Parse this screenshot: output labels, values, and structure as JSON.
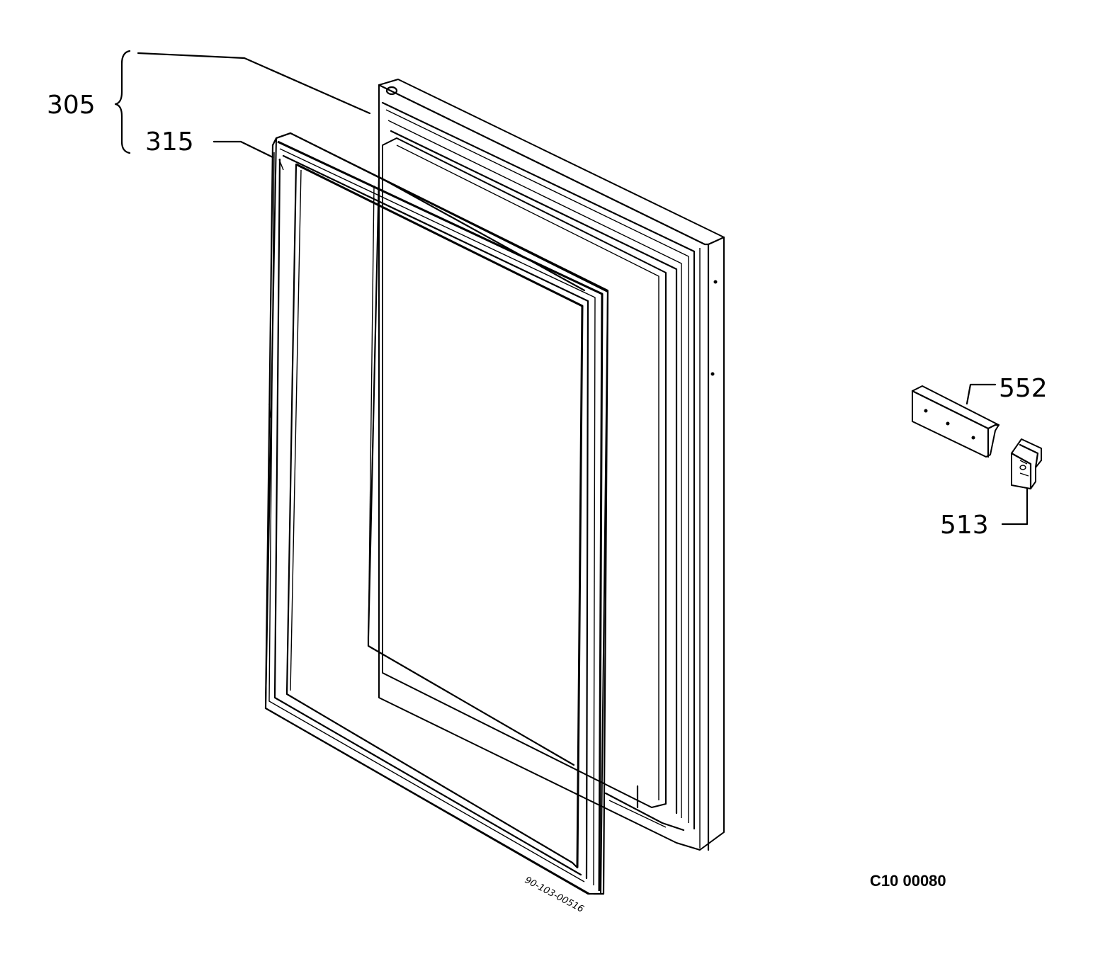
{
  "callouts": {
    "door_assembly": "305",
    "door_gasket": "315",
    "hinge_cover": "552",
    "hinge_bracket": "513"
  },
  "stamp_text": "90-103-00516",
  "figure_code": "C10 00080",
  "colors": {
    "line": "#000000",
    "background": "#ffffff"
  }
}
